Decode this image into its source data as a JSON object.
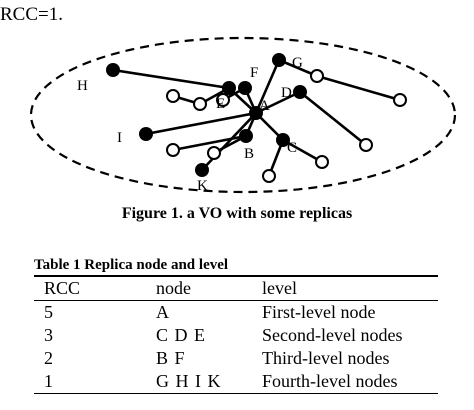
{
  "intro_text": "RCC=1.",
  "figure": {
    "labels": {
      "H": "H",
      "I": "I",
      "K": "K",
      "E": "E",
      "A": "A",
      "B": "B",
      "C": "C",
      "D": "D",
      "F": "F",
      "G": "G"
    },
    "caption": "Figure 1. a VO with some replicas"
  },
  "table": {
    "title": "Table 1 Replica node and level",
    "headers": [
      "RCC",
      "node",
      "level"
    ],
    "rows": [
      [
        "5",
        "A",
        "First-level node"
      ],
      [
        "3",
        "C D E",
        "Second-level nodes"
      ],
      [
        "2",
        "B F",
        "Third-level nodes"
      ],
      [
        "1",
        "G H I K",
        "Fourth-level nodes"
      ]
    ]
  }
}
